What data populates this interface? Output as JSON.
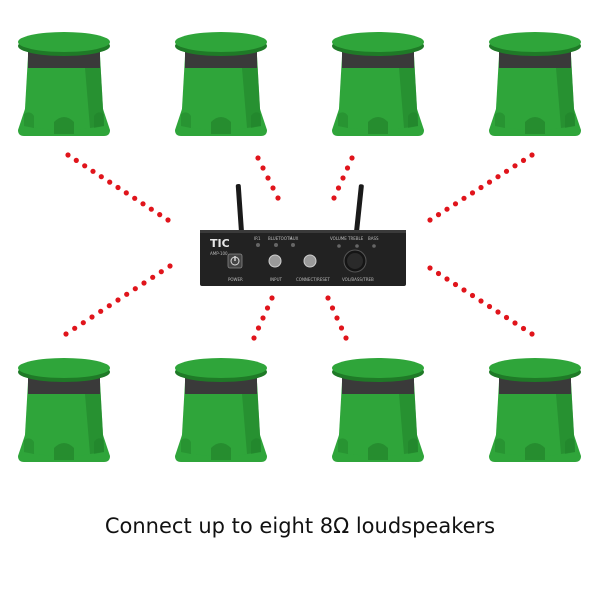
{
  "caption": "Connect up to eight 8Ω loudspeakers",
  "amplifier": {
    "brand": "TIC",
    "model": "AMP-100",
    "indicators": [
      "IR1",
      "BLUETOOTH",
      "AUX"
    ],
    "knob_labels": [
      "VOLUME",
      "TREBLE",
      "BASS"
    ],
    "panel_labels": [
      "POWER",
      "INPUT",
      "CONNECT/RESET",
      "VOL/BASS/TREB"
    ]
  },
  "speakers": {
    "count": 8
  },
  "colors": {
    "speaker_green": "#2fa53a",
    "speaker_dark": "#1f7a27",
    "grille": "#3a3a3a",
    "dots": "#e0141b",
    "amp_body": "#222222"
  }
}
